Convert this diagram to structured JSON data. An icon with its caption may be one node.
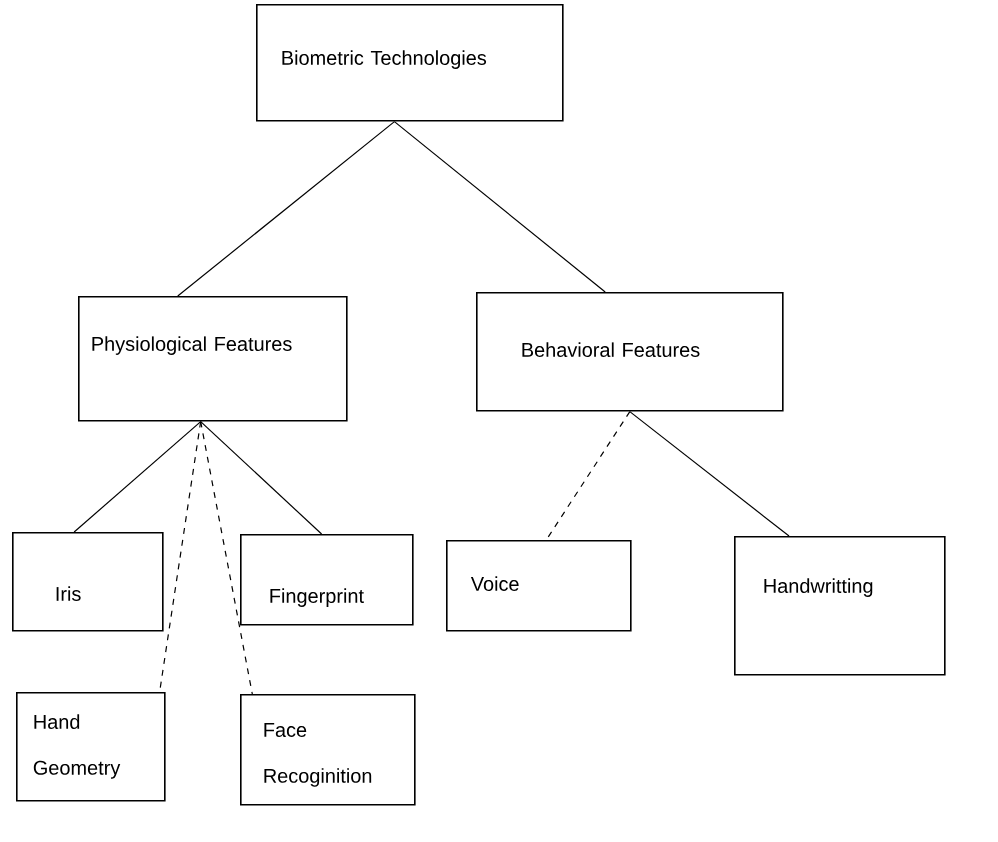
{
  "diagram": {
    "nodes": [
      {
        "text": [
          "Biometric Technologies"
        ]
      },
      {
        "text": [
          "Physiological Features"
        ]
      },
      {
        "text": [
          "Behavioral Features"
        ]
      },
      {
        "text": [
          "Iris"
        ]
      },
      {
        "text": [
          "Fingerprint"
        ]
      },
      {
        "text": [
          "Voice"
        ]
      },
      {
        "text": [
          "Handwritting"
        ]
      },
      {
        "text": [
          "Hand Geometry"
        ]
      },
      {
        "text": [
          "Face Recoginition"
        ]
      }
    ],
    "edges": [
      {
        "from": 0,
        "to": 1,
        "arrow": "none"
      },
      {
        "from": 0,
        "to": 2,
        "arrow": "none"
      },
      {
        "from": 1,
        "to": 3,
        "arrow": "none"
      },
      {
        "from": 1,
        "to": 4,
        "arrow": "none"
      },
      {
        "from": 1,
        "to": 7,
        "arrow": "none",
        "style": "dashed"
      },
      {
        "from": 1,
        "to": 8,
        "arrow": "none",
        "style": "dashed"
      },
      {
        "from": 2,
        "to": 5,
        "arrow": "none",
        "style": "dashed"
      },
      {
        "from": 2,
        "to": 6,
        "arrow": "none"
      }
    ]
  }
}
